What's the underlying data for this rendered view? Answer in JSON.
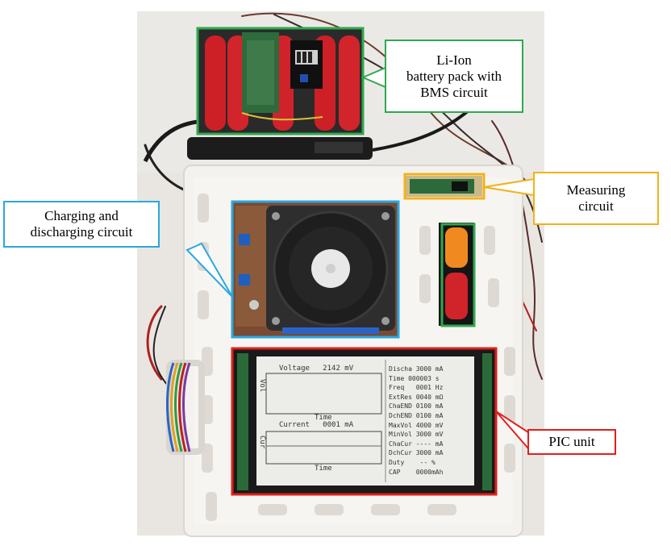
{
  "callouts": {
    "battery": {
      "lines": [
        "Li-Ion",
        "battery pack with",
        "BMS circuit"
      ],
      "color": "#2fa84f"
    },
    "measuring": {
      "lines": [
        "Measuring",
        "circuit"
      ],
      "color": "#f2b218"
    },
    "charging": {
      "lines": [
        "Charging and",
        "discharging circuit"
      ],
      "color": "#2aa7e0"
    },
    "pic": {
      "lines": [
        "PIC unit"
      ],
      "color": "#e0201b"
    }
  },
  "lcd": {
    "voltage_title": "Voltage   2142 mV",
    "current_title": "Current   0001 mA",
    "vol_label": "Vol",
    "cur_label": "Cur",
    "time_label": "Time",
    "params": [
      "Discha 3000 mA",
      "Time 000003 s",
      "Freq   0001 Hz",
      "ExtRes 0040 mΩ",
      "ChaEND 0100 mA",
      "DchEND 0100 mA",
      "MaxVol 4000 mV",
      "MinVol 3000 mV",
      "ChaCur ---- mA",
      "DchCur 3000 mA",
      "Duty    -- %",
      "CAP    0000mAh"
    ]
  },
  "colors": {
    "green_box": "#2fa84f",
    "yellow_box": "#f2b218",
    "blue_box": "#2aa7e0",
    "red_box": "#e0201b"
  }
}
